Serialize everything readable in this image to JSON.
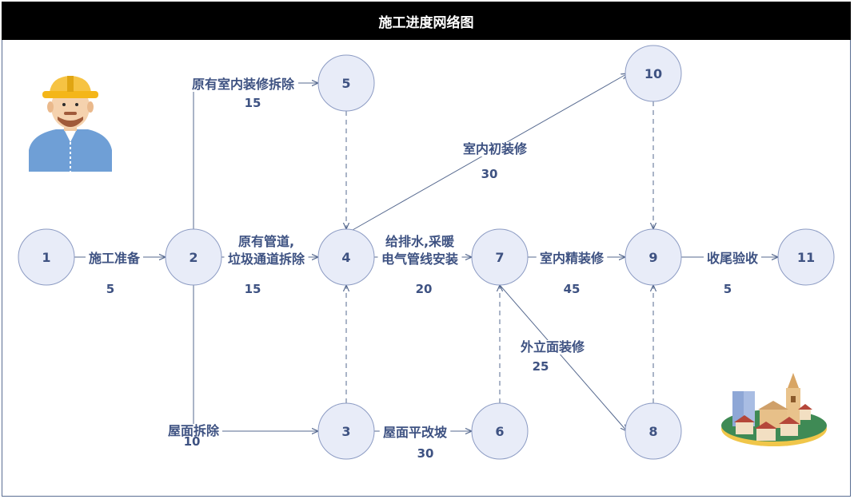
{
  "title": "施工进度网络图",
  "nodes": [
    {
      "id": "1",
      "label": "1"
    },
    {
      "id": "2",
      "label": "2"
    },
    {
      "id": "3",
      "label": "3"
    },
    {
      "id": "4",
      "label": "4"
    },
    {
      "id": "5",
      "label": "5"
    },
    {
      "id": "6",
      "label": "6"
    },
    {
      "id": "7",
      "label": "7"
    },
    {
      "id": "8",
      "label": "8"
    },
    {
      "id": "9",
      "label": "9"
    },
    {
      "id": "10",
      "label": "10"
    },
    {
      "id": "11",
      "label": "11"
    }
  ],
  "activities": [
    {
      "from": "1",
      "to": "2",
      "name": [
        "施工准备"
      ],
      "duration": "5"
    },
    {
      "from": "2",
      "to": "5",
      "name": [
        "原有室内装修拆除"
      ],
      "duration": "15"
    },
    {
      "from": "2",
      "to": "4",
      "name": [
        "原有管道,",
        "垃圾通道拆除"
      ],
      "duration": "15"
    },
    {
      "from": "2",
      "to": "3",
      "name": [
        "屋面拆除"
      ],
      "duration": "10"
    },
    {
      "from": "4",
      "to": "10",
      "name": [
        "室内初装修"
      ],
      "duration": "30"
    },
    {
      "from": "4",
      "to": "7",
      "name": [
        "给排水,采暖",
        "电气管线安装"
      ],
      "duration": "20"
    },
    {
      "from": "3",
      "to": "6",
      "name": [
        "屋面平改坡"
      ],
      "duration": "30"
    },
    {
      "from": "7",
      "to": "9",
      "name": [
        "室内精装修"
      ],
      "duration": "45"
    },
    {
      "from": "7",
      "to": "8",
      "name": [
        "外立面装修"
      ],
      "duration": "25"
    },
    {
      "from": "9",
      "to": "11",
      "name": [
        "收尾验收"
      ],
      "duration": "5"
    }
  ],
  "dummies": [
    {
      "from": "5",
      "to": "4"
    },
    {
      "from": "3",
      "to": "4"
    },
    {
      "from": "6",
      "to": "7"
    },
    {
      "from": "10",
      "to": "9"
    },
    {
      "from": "8",
      "to": "9"
    }
  ],
  "colors": {
    "node_fill": "#e8ecf8",
    "node_stroke": "#8c9bc3",
    "text": "#3e5282",
    "line": "#56698f",
    "title_bg": "#000000"
  },
  "icons": [
    "construction-worker-icon",
    "town-buildings-icon"
  ]
}
